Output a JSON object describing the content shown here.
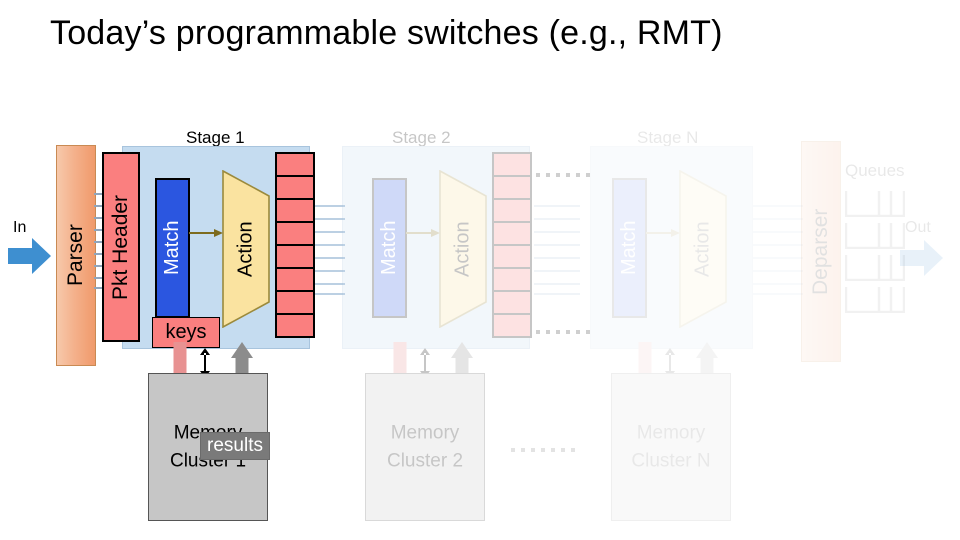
{
  "slide": {
    "title": "Today’s programmable switches (e.g., RMT)",
    "background": "#ffffff"
  },
  "colors": {
    "parser_fill": "#f4b18c",
    "pkt_header_fill": "#fa7f7f",
    "stage_fill": "#c5dcf0",
    "match_fill": "#2b56e0",
    "action_fill": "#fae3a0",
    "register_fill": "#fa7f7f",
    "memory_fill": "#c6c6c6",
    "results_fill": "#7a7a7a",
    "in_arrow": "#3e8fd0",
    "out_arrow": "#c9dcee",
    "match_action_arrow": "#7d6b1e"
  },
  "io": {
    "in_label": "In",
    "out_label": "Out",
    "in_icon": "right-arrow-icon",
    "out_icon": "right-arrow-icon"
  },
  "parser": {
    "label": "Parser"
  },
  "deparser": {
    "label": "Deparser"
  },
  "packet_header": {
    "label": "Pkt Header"
  },
  "queues": {
    "label": "Queues",
    "count": 4
  },
  "stages": [
    {
      "label": "Stage 1",
      "match_label": "Match",
      "action_label": "Action",
      "register_cells": 8,
      "faded": false
    },
    {
      "label": "Stage 2",
      "match_label": "Match",
      "action_label": "Action",
      "register_cells": 8,
      "faded": true
    },
    {
      "label": "Stage N",
      "match_label": "Match",
      "action_label": "Action",
      "register_cells": 0,
      "faded": true
    }
  ],
  "keys_label": {
    "text": "keys"
  },
  "results_label": {
    "text": "results"
  },
  "memory_clusters": [
    {
      "line1": "Memory",
      "line2": "Cluster 1",
      "faded": false
    },
    {
      "line1": "Memory",
      "line2": "Cluster 2",
      "faded": true
    },
    {
      "line1": "Memory",
      "line2": "Cluster N",
      "faded": true
    }
  ],
  "ellipses": {
    "stage_top": "······",
    "stage_bottom": "······",
    "memory": "·······"
  }
}
